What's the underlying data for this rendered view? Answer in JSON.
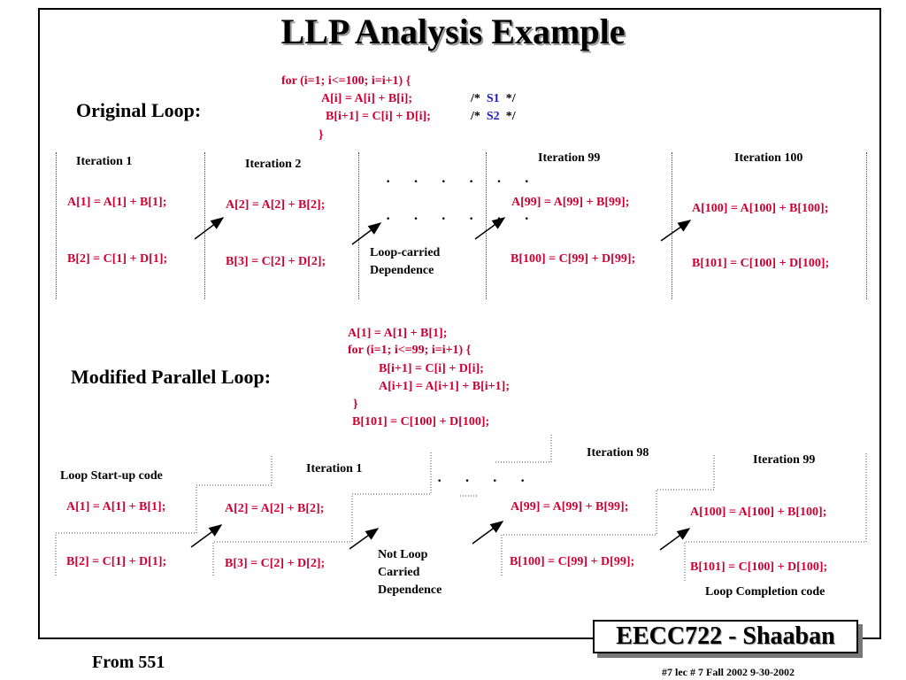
{
  "title": "LLP Analysis Example",
  "original": {
    "heading": "Original Loop:",
    "code": {
      "line1": "for (i=1; i<=100; i=i+1) {",
      "line2": "A[i] = A[i] + B[i];",
      "line2_comment_open": "/*",
      "line2_label": "S1",
      "line2_comment_close": "*/",
      "line3": "B[i+1] = C[i] + D[i];",
      "line3_comment_open": "/*",
      "line3_label": "S2",
      "line3_comment_close": "*/",
      "line4": "}"
    },
    "iterations": [
      {
        "label": "Iteration 1",
        "a": "A[1] = A[1] + B[1];",
        "b": "B[2] = C[1] + D[1];"
      },
      {
        "label": "Iteration 2",
        "a": "A[2] = A[2] + B[2];",
        "b": "B[3] = C[2] + D[2];"
      },
      {
        "label": "Iteration 99",
        "a": "A[99] = A[99] + B[99];",
        "b": "B[100] = C[99] + D[99];"
      },
      {
        "label": "Iteration 100",
        "a": "A[100] = A[100] + B[100];",
        "b": "B[101] = C[100] + D[100];"
      }
    ],
    "dots": "· · · · · ·",
    "dependence_line1": "Loop-carried",
    "dependence_line2": "Dependence"
  },
  "modified": {
    "heading": "Modified Parallel Loop:",
    "code": {
      "line1": "A[1] = A[1] + B[1];",
      "line2": "for (i=1; i<=99; i=i+1)  {",
      "line3": "B[i+1] = C[i] + D[i];",
      "line4": "A[i+1] = A[i+1] + B[i+1];",
      "line5": "}",
      "line6": "B[101] = C[100] + D[100];"
    },
    "startup_label": "Loop Start-up code",
    "startup_a": "A[1] = A[1] + B[1];",
    "startup_b": "B[2] = C[1] + D[1];",
    "iterations": [
      {
        "label": "Iteration 1",
        "a": "A[2] = A[2] + B[2];",
        "b": "B[3] = C[2] + D[2];"
      },
      {
        "label": "Iteration 98",
        "a": "A[99] = A[99] + B[99];",
        "b": "B[100] = C[99] + D[99];"
      },
      {
        "label": "Iteration 99",
        "a": "A[100] = A[100] + B[100];",
        "b": "B[101] = C[100] + D[100];"
      }
    ],
    "dots": "· · · ·",
    "dependence_line1": "Not Loop",
    "dependence_line2": "Carried",
    "dependence_line3": "Dependence",
    "completion_label": "Loop Completion code"
  },
  "footer": {
    "badge": "EECC722 - Shaaban",
    "from": "From 551",
    "slide_info": "#7   lec # 7    Fall 2002   9-30-2002"
  }
}
